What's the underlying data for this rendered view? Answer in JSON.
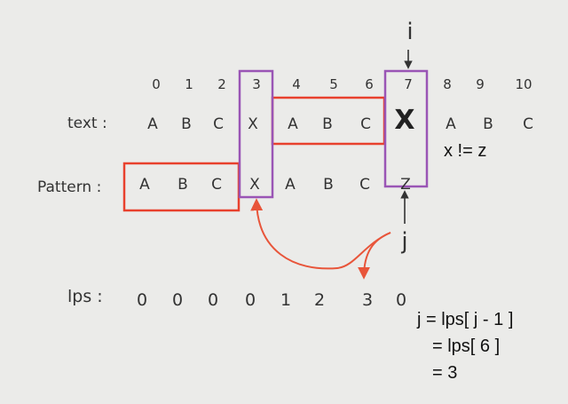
{
  "indices": [
    "0",
    "1",
    "2",
    "3",
    "4",
    "5",
    "6",
    "7",
    "8",
    "9",
    "10"
  ],
  "text_label": "text :",
  "text_chars": [
    "A",
    "B",
    "C",
    "X",
    "A",
    "B",
    "C",
    "X",
    "A",
    "B",
    "C"
  ],
  "pattern_label": "Pattern :",
  "pattern_chars": [
    "A",
    "B",
    "C",
    "X",
    "A",
    "B",
    "C",
    "Z"
  ],
  "pointer_i": "i",
  "pointer_j": "j",
  "mismatch_note": "x != z",
  "lps_label": "lps :",
  "lps_values": [
    "0",
    "0",
    "0",
    "0",
    "1",
    "2",
    "3",
    "0"
  ],
  "equations": [
    "j = lps[ j - 1 ]",
    "= lps[ 6 ]",
    "= 3"
  ],
  "colors": {
    "red_box": "#e8412d",
    "purple_box": "#9a55b5",
    "arrow": "#e8553a",
    "ink": "#333333"
  }
}
